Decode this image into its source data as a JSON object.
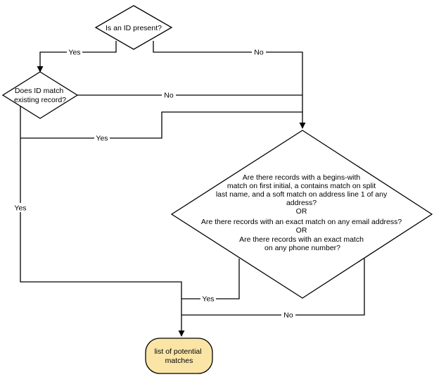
{
  "nodes": {
    "id_present": {
      "lines": [
        "Is an ID present?"
      ]
    },
    "id_match": {
      "lines": [
        "Does ID match",
        "existing record?"
      ]
    },
    "records_match": {
      "lines": [
        "Are there records with a begins-with",
        "match on first initial, a contains match on split",
        "last name, and a soft match on address line 1 of any",
        "address?",
        "OR",
        "Are there records with an exact match on any email address?",
        "OR",
        "Are there records with an exact match",
        "on any phone number?"
      ]
    },
    "potential_matches": {
      "lines": [
        "list of potential",
        "matches"
      ]
    }
  },
  "edges": {
    "id_present_yes": "Yes",
    "id_present_no": "No",
    "id_match_no": "No",
    "id_match_yes_upper": "Yes",
    "id_match_yes_lower": "Yes",
    "records_yes": "Yes",
    "records_no": "No"
  },
  "colors": {
    "terminal_fill": "#fbe5a6",
    "stroke": "#000000",
    "background": "#ffffff"
  }
}
